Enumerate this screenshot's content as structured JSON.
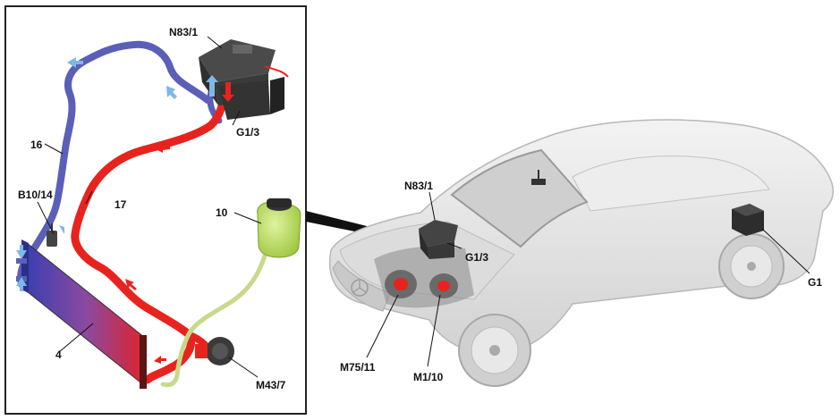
{
  "labels": {
    "n83_1_detail": "N83/1",
    "g1_3_detail": "G1/3",
    "hose_16": "16",
    "hose_17": "17",
    "b10_14": "B10/14",
    "tank_10": "10",
    "radiator_4": "4",
    "m43_7": "M43/7",
    "n83_1_car": "N83/1",
    "g1_3_car": "G1/3",
    "g1_car": "G1",
    "m75_11": "M75/11",
    "m1_10": "M1/10"
  },
  "colors": {
    "hot_coolant": "#e8231e",
    "cold_coolant": "#5a5fb8",
    "expansion_line": "#c8d98a",
    "tank_green": "#b8e05a",
    "flow_arrow_blue": "#7eb8e6",
    "frame": "#222222",
    "car_body": "#e6e6e6"
  },
  "icons": {
    "flow_arrow": "flow-direction-arrow-icon",
    "battery": "battery-icon",
    "charger": "charger-unit-icon"
  }
}
